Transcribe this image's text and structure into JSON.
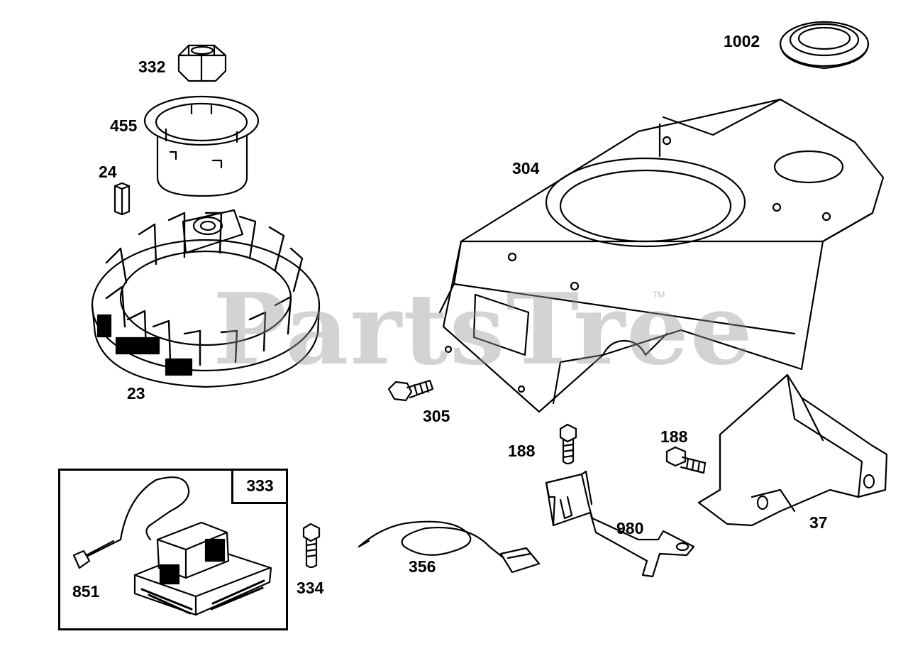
{
  "diagram": {
    "watermark": "PartsTree",
    "trademark": "TM",
    "inset_label": "333",
    "footer_text": "",
    "callouts": {
      "1002": "1002",
      "332": "332",
      "455": "455",
      "24": "24",
      "304": "304",
      "23": "23",
      "305": "305",
      "188a": "188",
      "188b": "188",
      "37": "37",
      "980": "980",
      "356": "356",
      "334": "334",
      "851": "851"
    }
  },
  "parts": [
    {
      "ref": "1002",
      "name": "grommet-part"
    },
    {
      "ref": "332",
      "name": "hex-nut-part"
    },
    {
      "ref": "455",
      "name": "starter-cup-part"
    },
    {
      "ref": "24",
      "name": "flywheel-key-part"
    },
    {
      "ref": "23",
      "name": "flywheel-part"
    },
    {
      "ref": "304",
      "name": "blower-housing-part"
    },
    {
      "ref": "305",
      "name": "screw-part"
    },
    {
      "ref": "188",
      "name": "bolt-part"
    },
    {
      "ref": "980",
      "name": "bracket-part"
    },
    {
      "ref": "37",
      "name": "guard-plate-part"
    },
    {
      "ref": "356",
      "name": "ground-wire-part"
    },
    {
      "ref": "334",
      "name": "armature-screw-part"
    },
    {
      "ref": "851",
      "name": "spark-plug-boot-part"
    },
    {
      "ref": "333",
      "name": "armature-assembly-part"
    }
  ]
}
